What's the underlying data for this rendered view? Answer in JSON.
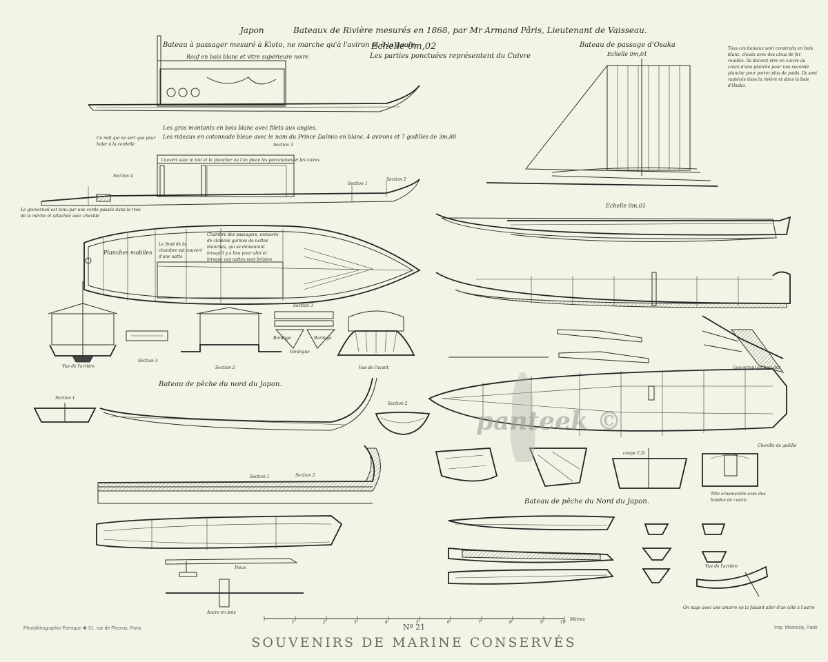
{
  "header": {
    "country": "Japon",
    "title": "Bateaux de Rivière mesurés en 1868, par Mr Armand Pâris, Lieutenant de Vaisseau.",
    "scale_left": "Echelle 0m,02",
    "note_copper": "Les parties ponctuées représentent du Cuivre"
  },
  "left_top": {
    "title": "Bateau à passager mesuré à Kioto, ne marche qu'à l'aviron et à la gaule.",
    "sub": "Rouf en bois blanc et vitre supérieure noire",
    "note_posts": "Les gros montants en bois blanc avec filets aux angles.",
    "note_curtains": "Les rideaux en cotonnade bleue avec le nom du Prince Daïmio en blanc. 4 avirons et 7 godilles de 3m,80",
    "section_top": "Section 3",
    "note_mast": "Ce mât qui ne sert que pour haler à la cordelle",
    "note_roof": "Couvert avec le toit et le plancher où l'on place les porcelaines et les vivres",
    "section_4": "Section 4",
    "section_1": "Section 1",
    "section_2": "Section 2",
    "note_rudder": "Le gouvernail est tenu par une corde passée dans le trou de la mèche et attachée avec cheville",
    "plan_label_planches": "Planches mobiles",
    "plan_label_fond": "Le fond de la chambre est couvert d'une natte",
    "plan_label_chambre": "Chambre des passagers, entourée de cloisons garnies de nattes blanches, qui se démontent lorsqu'il y a lieu pour abri et lorsque ces nattes sont brisées",
    "sections": {
      "section_3_small": "Section 3",
      "bordage_left": "Bordage",
      "bordage_right": "Bordage",
      "varangue": "Varangue",
      "label_arriere": "Vue de l'arrière",
      "label_section_3": "Section 3",
      "label_section_2": "Section 2",
      "label_avant": "Vue de l'avant"
    }
  },
  "left_bottom": {
    "title": "Bateau de pêche du nord du Japon.",
    "section_1": "Section 1",
    "section_2": "Section 2",
    "profile_sec1": "Section 1",
    "profile_sec2": "Section 2",
    "pieux": "Pieux",
    "ancre": "Ancre en bois"
  },
  "right_top": {
    "title": "Bateau de passage d'Osaka",
    "scale": "Echelle 0m,01",
    "note": "Tous ces bateaux sont construits en bois blanc, cloués avec des clous de fer rouillés. Ils doivent être en cuivre au cours d'une planche pour une seconde planche pour porter plus de poids. Ils sont rapiécés dans la rivière et dans la baie d'Osaka.",
    "scale_mid": "Echelle 0m,01",
    "gouvernail": "Gouvernail en bois dur",
    "cheville": "Cheville de godille",
    "coupe": "coupe C.D.",
    "note_tete": "Tête ornementée avec des bandes de cuivre"
  },
  "right_bottom": {
    "title": "Bateau de pêche du Nord du Japon.",
    "vue_arriere": "Vue de l'arrière",
    "nage": "On nage avec une amarre en la faisant aller d'un côté à l'autre"
  },
  "scale_bar": {
    "ticks": [
      "1",
      "2",
      "3",
      "4",
      "5",
      "6",
      "7",
      "8",
      "9",
      "10"
    ],
    "unit": "Mètres"
  },
  "footer": {
    "plate": "Nº 21",
    "title": "SOUVENIRS DE MARINE CONSERVÉS",
    "credit_left": "Photolithographie Fernique ✱ 31, rue de Fleurus, Paris",
    "credit_right": "Imp. Monrocq, Paris"
  },
  "watermark": "panteek ©",
  "colors": {
    "paper": "#f3f3e6",
    "ink": "#2c2c24",
    "title_grey": "#6c6e62"
  }
}
